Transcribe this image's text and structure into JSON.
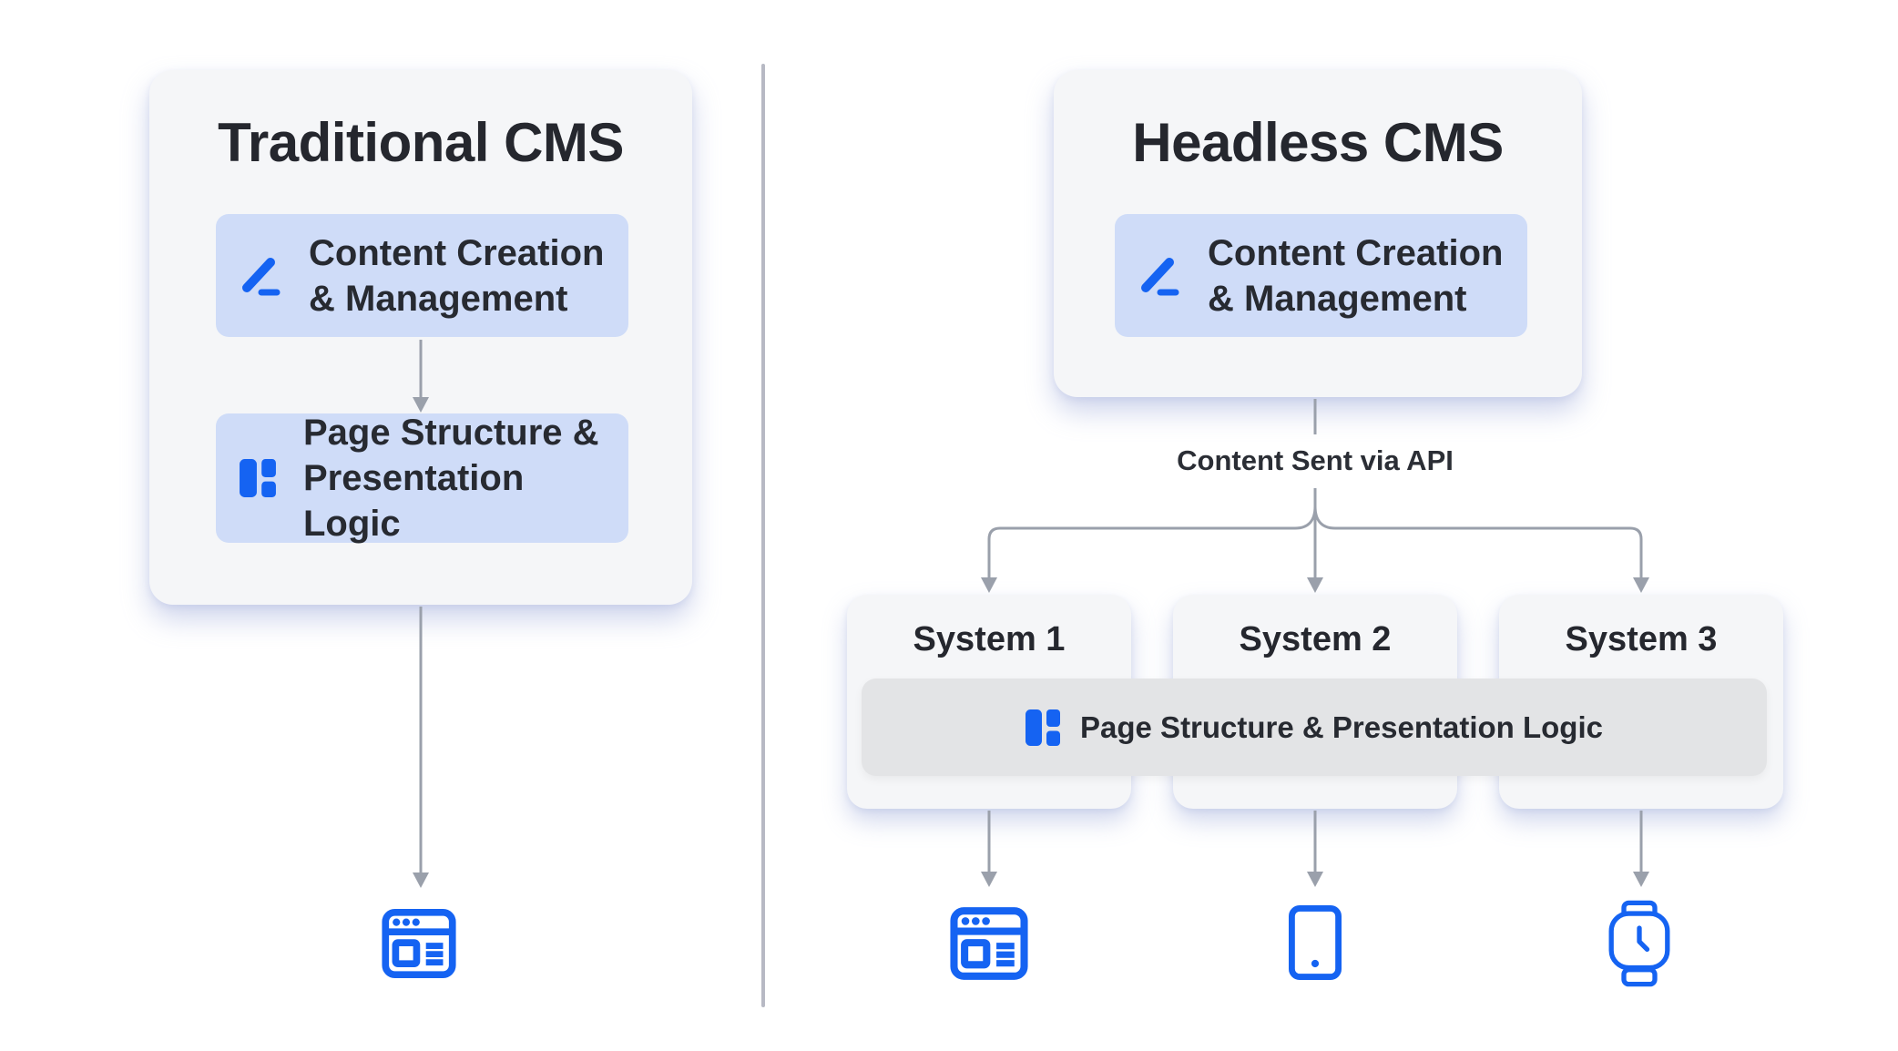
{
  "colors": {
    "accent_blue": "#1563f2",
    "light_blue_box": "#cfdcf8",
    "card_bg": "#f5f6f8",
    "bar_bg": "#e3e4e6",
    "connector_gray": "#9aa0ab",
    "divider_gray": "#b7b9c4",
    "text_dark": "#26292f"
  },
  "left_panel": {
    "title": "Traditional CMS",
    "boxes": [
      {
        "icon": "pen-icon",
        "lines": [
          "Content Creation",
          "& Management"
        ]
      },
      {
        "icon": "layout-icon",
        "lines": [
          "Page Structure &",
          "Presentation Logic"
        ]
      }
    ],
    "output_icon": "browser-icon"
  },
  "right_panel": {
    "title": "Headless CMS",
    "box": {
      "icon": "pen-icon",
      "lines": [
        "Content Creation",
        "& Management"
      ]
    },
    "api_label": "Content Sent via API",
    "shared_bar": {
      "icon": "layout-icon",
      "label": "Page Structure & Presentation Logic"
    },
    "systems": [
      {
        "label": "System 1",
        "output_icon": "browser-icon"
      },
      {
        "label": "System 2",
        "output_icon": "tablet-icon"
      },
      {
        "label": "System 3",
        "output_icon": "watch-icon"
      }
    ]
  }
}
